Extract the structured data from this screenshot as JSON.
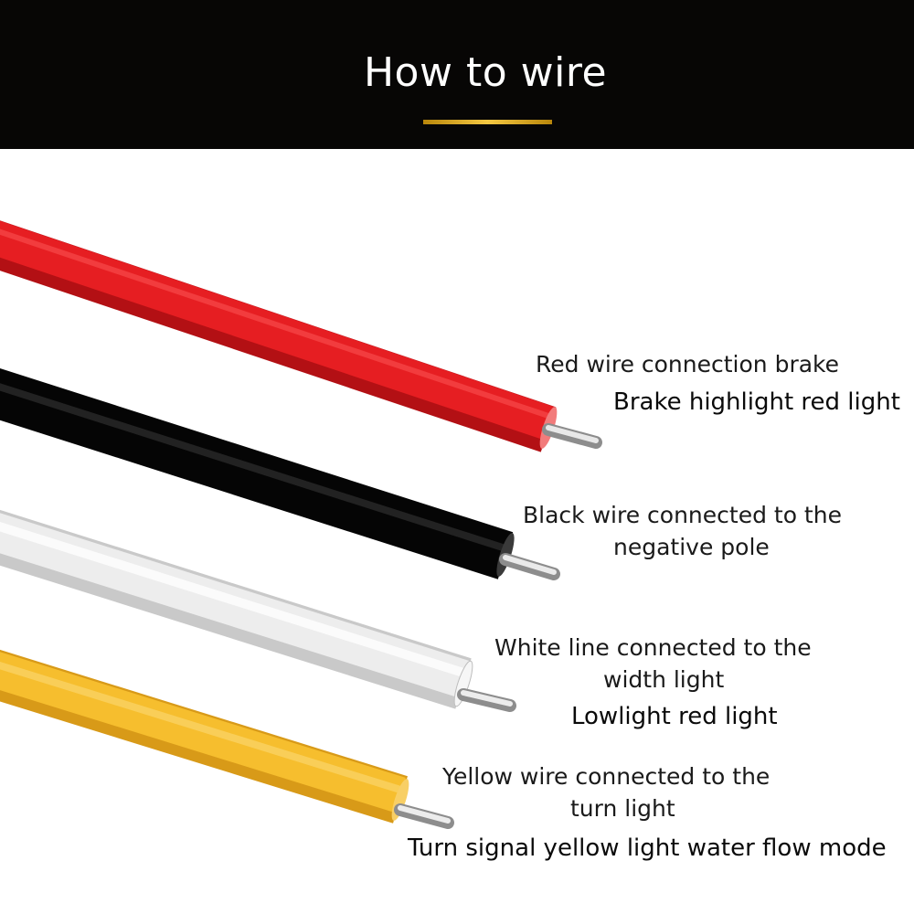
{
  "header": {
    "title": "How to wire",
    "accent_color": "#e0b43a"
  },
  "wires": [
    {
      "id": "red",
      "color": "#e11a1c",
      "icon": "red-wire",
      "lines": [
        "Red wire connection brake"
      ],
      "function": "Brake highlight red light"
    },
    {
      "id": "black",
      "color": "#111111",
      "icon": "black-wire",
      "lines": [
        "Black wire connected to the",
        "negative pole"
      ],
      "function": ""
    },
    {
      "id": "white",
      "color": "#eeeeee",
      "icon": "white-wire",
      "lines": [
        "White line connected to the",
        "width light"
      ],
      "function": "Lowlight red light"
    },
    {
      "id": "yellow",
      "color": "#f4b92a",
      "icon": "yellow-wire",
      "lines": [
        "Yellow wire connected to the",
        "turn light"
      ],
      "function": "Turn signal yellow light water flow mode"
    }
  ]
}
